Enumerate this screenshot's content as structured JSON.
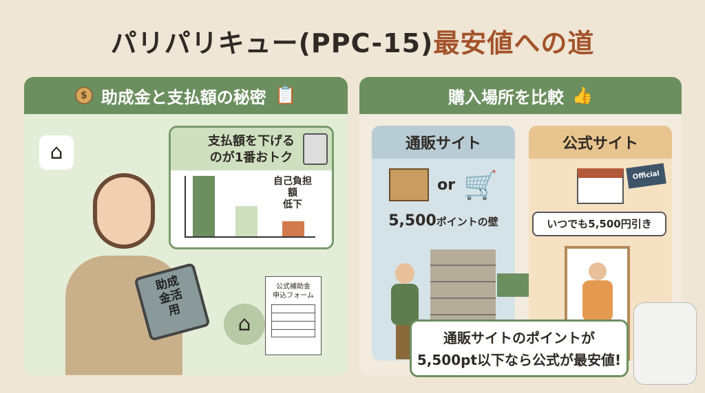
{
  "title": {
    "main": "パリパリキュー(PPC-15)",
    "highlight": "最安値への道"
  },
  "left_panel": {
    "header": "助成金と支払額の秘密",
    "bubble_title": [
      "支払額を下げる",
      "のが1番おトク"
    ],
    "chart_label": [
      "自己負担額",
      "低下"
    ],
    "tablet_text": "助成金活用",
    "form_title": [
      "公式補助金",
      "申込フォーム"
    ]
  },
  "right_panel": {
    "header": "購入場所を比較",
    "mail_order": {
      "title": "通販サイト",
      "or": "or",
      "wall_text_num": "5,500",
      "wall_text": "ポイントの壁"
    },
    "official": {
      "title": "公式サイト",
      "flag": "Official",
      "discount": "いつでも5,500円引き"
    },
    "conclusion": [
      "通販サイトのポイントが",
      "5,500pt以下なら公式が最安値!"
    ]
  },
  "colors": {
    "accent": "#a3532a",
    "green": "#6c8f5f",
    "blue": "#b8ccd6",
    "orange": "#e8c48e"
  }
}
